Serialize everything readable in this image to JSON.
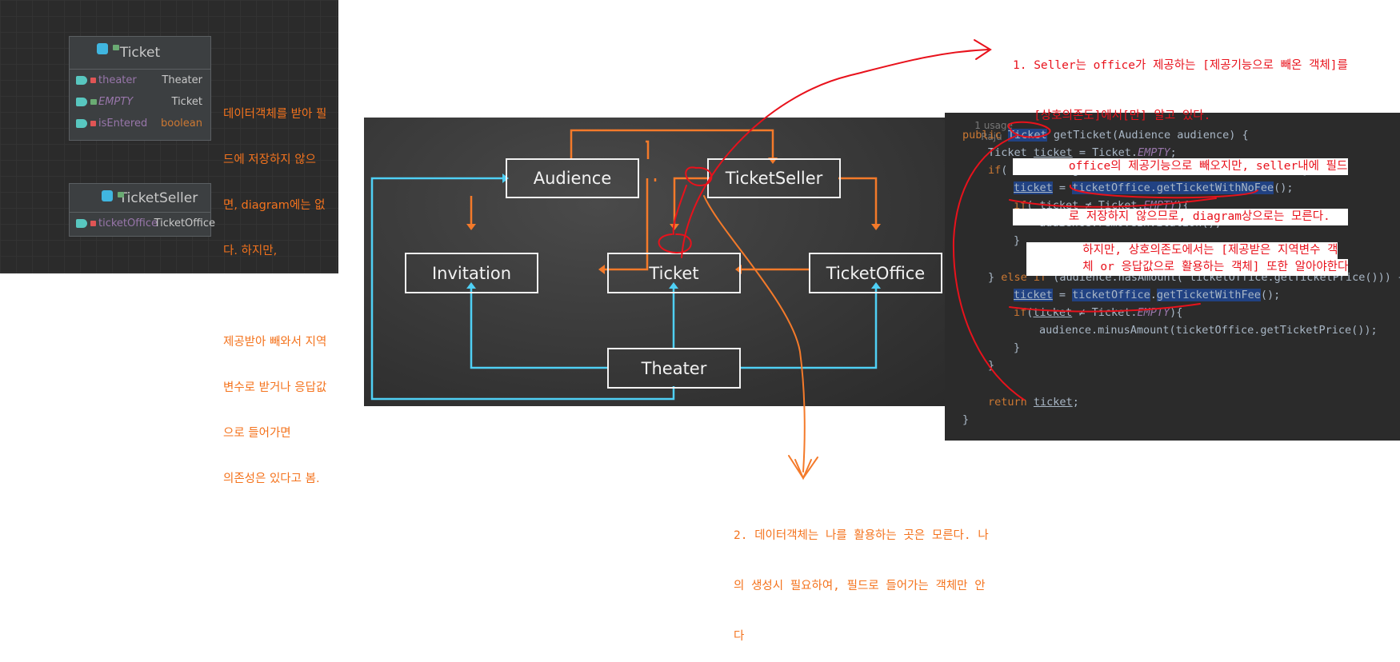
{
  "uml": {
    "ticket": {
      "title": "Ticket",
      "fields": [
        {
          "name": "theater",
          "type": "Theater"
        },
        {
          "name": "EMPTY",
          "type": "Ticket"
        },
        {
          "name": "isEntered",
          "type": "boolean"
        }
      ]
    },
    "ticket_seller": {
      "title": "TicketSeller",
      "fields": [
        {
          "name": "ticketOffice",
          "type": "TicketOffice"
        }
      ]
    }
  },
  "uml_note": {
    "lines": [
      "데이터객체를 받아 필",
      "드에 저장하지 않으",
      "면, diagram에는 없",
      "다. 하지만,",
      "",
      "제공받아 빼와서 지역",
      "변수로 받거나 응답값",
      "으로 들어가면",
      "의존성은 있다고 봄."
    ]
  },
  "diagram": {
    "nodes": {
      "audience": "Audience",
      "ticket_seller": "TicketSeller",
      "invitation": "Invitation",
      "ticket": "Ticket",
      "ticket_office": "TicketOffice",
      "theater": "Theater"
    }
  },
  "code": {
    "usage": "1 usage",
    "author": "Raju",
    "lines": [
      "public Ticket getTicket(Audience audience) {",
      "    Ticket ticket = Ticket.EMPTY;",
      "    if( audience.getInvitation() ≠ Invitation.EMPTY){",
      "        ticket = ticketOffice.getTicketWithNoFee();",
      "        if( ticket ≠ Ticket.EMPTY){",
      "            audience.removeInvitation();",
      "        }",
      "",
      "    } else if (audience.hasAmount( ticketOffice.getTicketPrice())) {",
      "        ticket = ticketOffice.getTicketWithFee();",
      "        if(ticket ≠ Ticket.EMPTY){",
      "            audience.minusAmount(ticketOffice.getTicketPrice());",
      "        }",
      "    }",
      "",
      "    return ticket;",
      "}"
    ]
  },
  "annotations": {
    "red": [
      "1. Seller는 office가 제공하는 [제공기능으로 빼온 객체]를",
      "   [상호의존도]에서[만] 알고 있다.",
      "        office의 제공기능으로 빼오지만, seller내에 필드",
      "        로 저장하지 않으므로, diagram상으로는 모른다.",
      "        하지만, 상호의존도에서는 [제공받은 지역변수 객",
      "        체 or 응답값으로 활용하는 객체] 또한 알아야한다"
    ],
    "orange": [
      "2. 데이터객체는 나를 활용하는 곳은 모른다. 나",
      "의 생성시 필요하여, 필드로 들어가는 객체만 안",
      "다"
    ]
  },
  "colors": {
    "orange": "#f4731d",
    "red": "#e8121c",
    "arrow_orange": "#f47a2a",
    "arrow_cyan": "#4fd0f5",
    "code_bg": "#2b2b2b"
  }
}
